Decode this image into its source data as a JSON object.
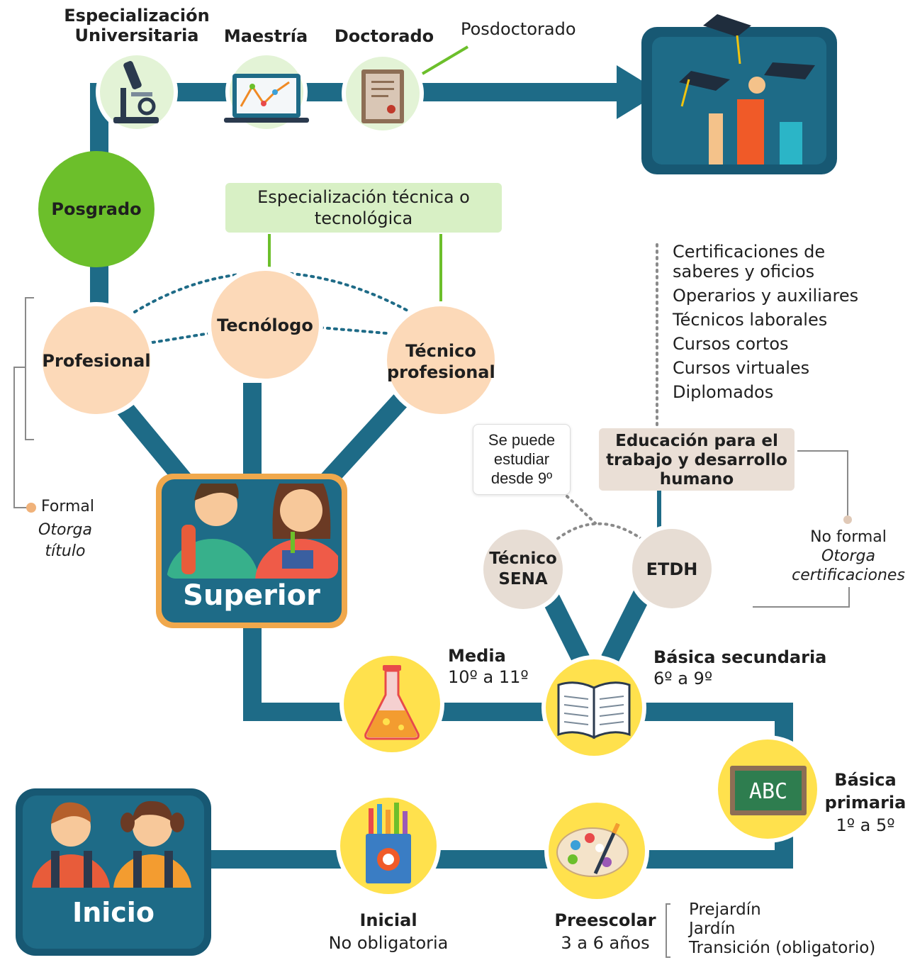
{
  "colors": {
    "path": "#1e6b87",
    "path_dark": "#175873",
    "green_node": "#6cbf2b",
    "green_light": "#d8f0c5",
    "green_ring": "#e3f3d6",
    "peach": "#fcd9b8",
    "beige": "#eadfd6",
    "yellow": "#ffe14d",
    "orange_frame": "#f0a84c",
    "dot_gray": "#8a8a8a",
    "text": "#1f1f1f"
  },
  "posgrado": {
    "label": "Posgrado",
    "especializacion_l1": "Especialización",
    "especializacion_l2": "Universitaria",
    "maestria": "Maestría",
    "doctorado": "Doctorado",
    "posdoctorado": "Posdoctorado"
  },
  "especializacion_tecnica": {
    "line1": "Especialización técnica o",
    "line2": "tecnológica"
  },
  "superior": {
    "label": "Superior",
    "profesional": "Profesional",
    "tecnologo": "Tecnólogo",
    "tecnico_l1": "Técnico",
    "tecnico_l2": "profesional"
  },
  "formal": {
    "label": "Formal",
    "l1": "Otorga",
    "l2": "título"
  },
  "etdh": {
    "list": [
      "Certificaciones de",
      "saberes y oficios",
      "Operarios y auxiliares",
      "Técnicos laborales",
      "Cursos cortos",
      "Cursos virtuales",
      "Diplomados"
    ],
    "box_l1": "Educación para el",
    "box_l2": "trabajo y desarrollo",
    "box_l3": "humano",
    "note_l1": "Se puede",
    "note_l2": "estudiar",
    "note_l3": "desde 9º",
    "sena_l1": "Técnico",
    "sena_l2": "SENA",
    "etdh": "ETDH"
  },
  "no_formal": {
    "l1": "No formal",
    "l2": "Otorga",
    "l3": "certificaciones"
  },
  "media": {
    "label": "Media",
    "grades": "10º a 11º"
  },
  "secundaria": {
    "label": "Básica secundaria",
    "grades": "6º a 9º"
  },
  "primaria": {
    "l1": "Básica",
    "l2": "primaria",
    "grades": "1º a 5º",
    "board": "ABC"
  },
  "inicio": {
    "label": "Inicio"
  },
  "inicial": {
    "label": "Inicial",
    "sub": "No obligatoria"
  },
  "preescolar": {
    "label": "Preescolar",
    "sub": "3 a 6 años",
    "list": [
      "Prejardín",
      "Jardín",
      "Transición (obligatorio)"
    ]
  }
}
